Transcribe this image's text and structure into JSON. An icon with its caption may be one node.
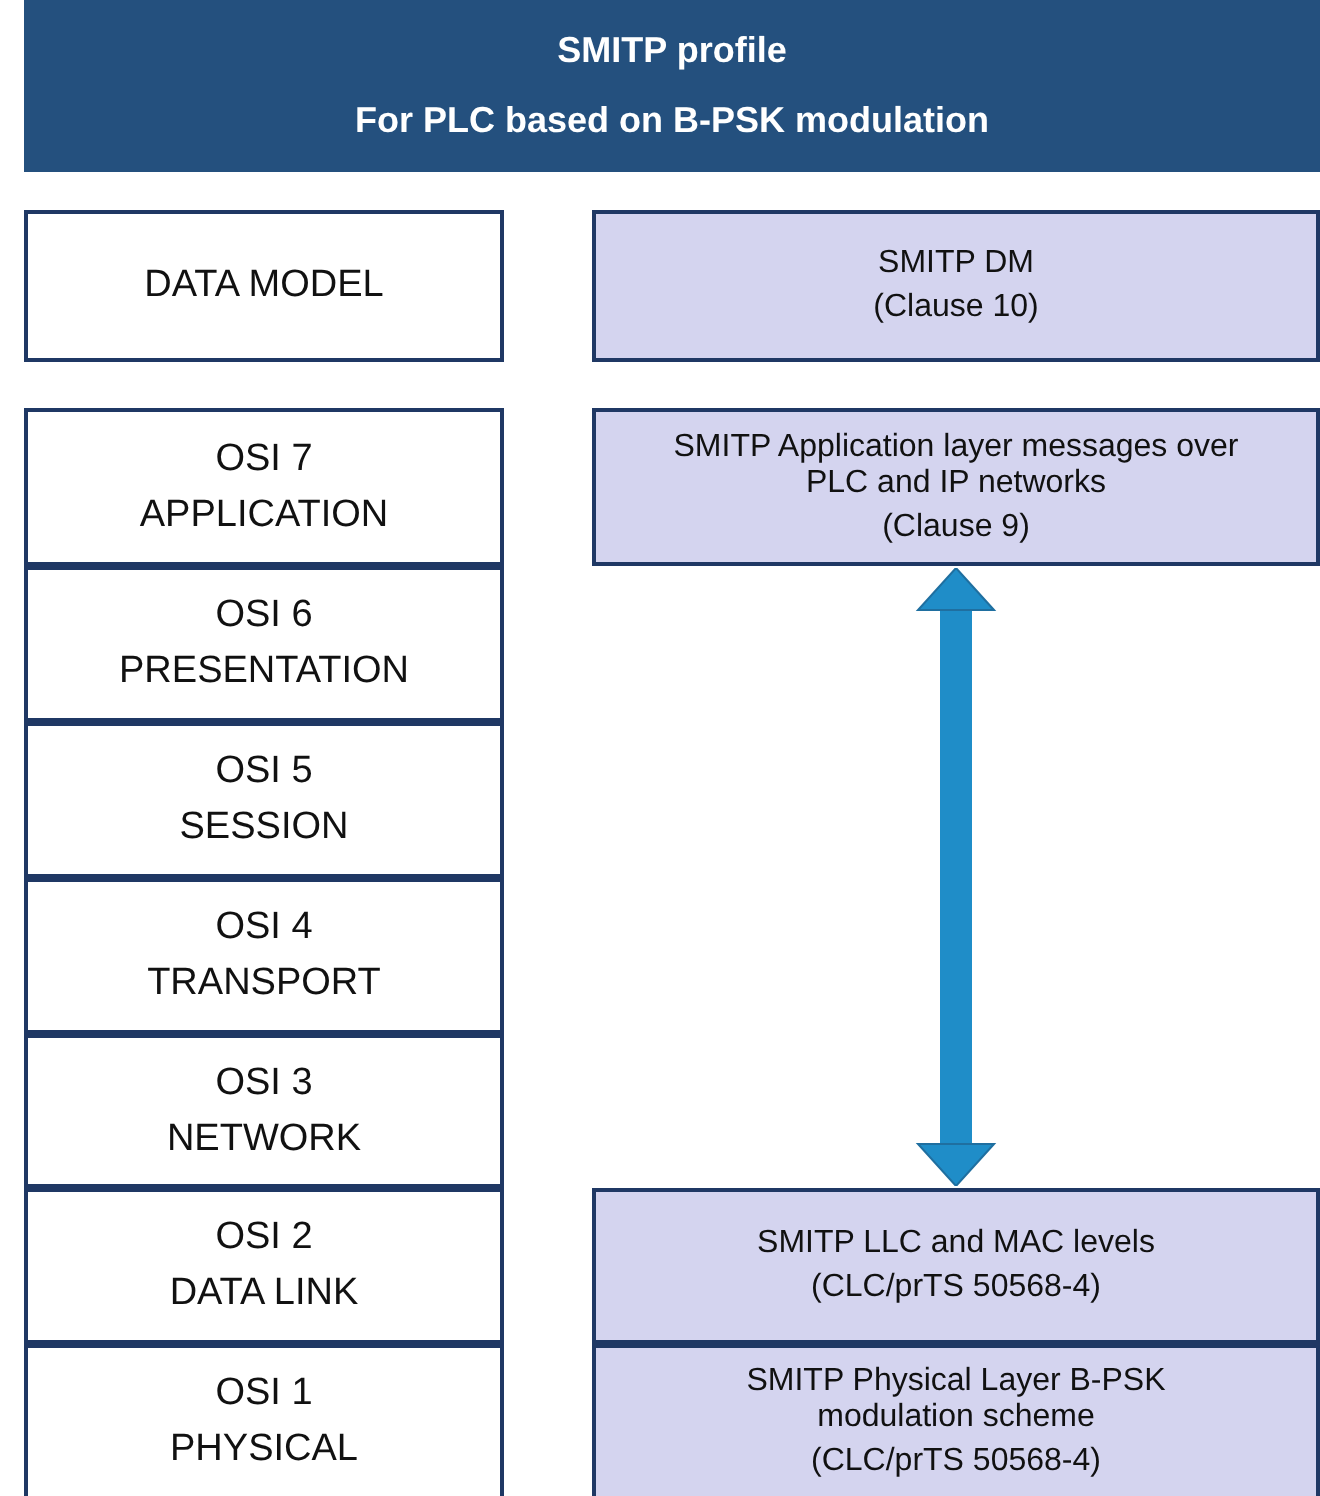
{
  "diagram": {
    "nodes": [
      {
        "text": [
          "SMITP profile",
          "For PLC based on B-PSK modulation"
        ]
      },
      {
        "text": [
          "DATA MODEL"
        ]
      },
      {
        "text": [
          "SMITP DM",
          "(Clause 10)"
        ]
      },
      {
        "text": [
          "OSI 7",
          "APPLICATION"
        ]
      },
      {
        "text": [
          "SMITP Application layer messages over PLC and IP networks",
          "(Clause 9)"
        ]
      },
      {
        "text": [
          "OSI 6",
          "PRESENTATION"
        ]
      },
      {
        "text": [
          "OSI 5",
          "SESSION"
        ]
      },
      {
        "text": [
          "OSI 4",
          "TRANSPORT"
        ]
      },
      {
        "text": [
          "OSI 3",
          "NETWORK"
        ]
      },
      {
        "text": [
          "OSI 2",
          "DATA LINK"
        ]
      },
      {
        "text": [
          "SMITP LLC and MAC levels",
          "(CLC/prTS 50568-4)"
        ]
      },
      {
        "text": [
          "OSI 1",
          "PHYSICAL"
        ]
      },
      {
        "text": [
          "SMITP Physical Layer B-PSK modulation scheme",
          "(CLC/prTS 50568-4)"
        ]
      }
    ],
    "edges": [
      {
        "from": 4,
        "to": 10,
        "arrow": "both"
      }
    ]
  }
}
